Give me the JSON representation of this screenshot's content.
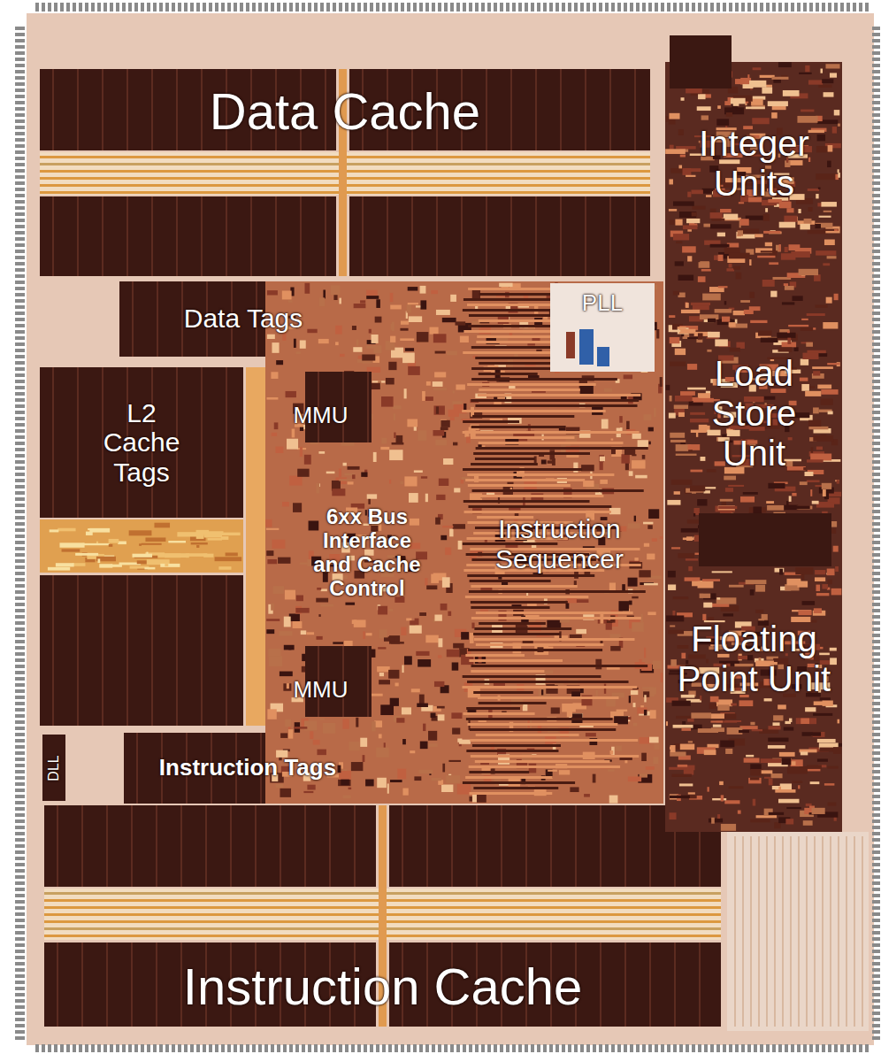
{
  "diagram": {
    "nodes": [
      {
        "text": [
          "Data Cache"
        ]
      },
      {
        "text": [
          "Integer Units"
        ]
      },
      {
        "text": [
          "Data Tags"
        ]
      },
      {
        "text": [
          "PLL"
        ]
      },
      {
        "text": [
          "L2 Cache Tags"
        ]
      },
      {
        "text": [
          "MMU"
        ]
      },
      {
        "text": [
          "6xx Bus Interface and Cache Control"
        ]
      },
      {
        "text": [
          "Instruction Sequencer"
        ]
      },
      {
        "text": [
          "Load Store Unit"
        ]
      },
      {
        "text": [
          "Floating Point Unit"
        ]
      },
      {
        "text": [
          "MMU"
        ]
      },
      {
        "text": [
          "DLL"
        ]
      },
      {
        "text": [
          "Instruction Tags"
        ]
      },
      {
        "text": [
          "Instruction Cache"
        ]
      }
    ]
  }
}
